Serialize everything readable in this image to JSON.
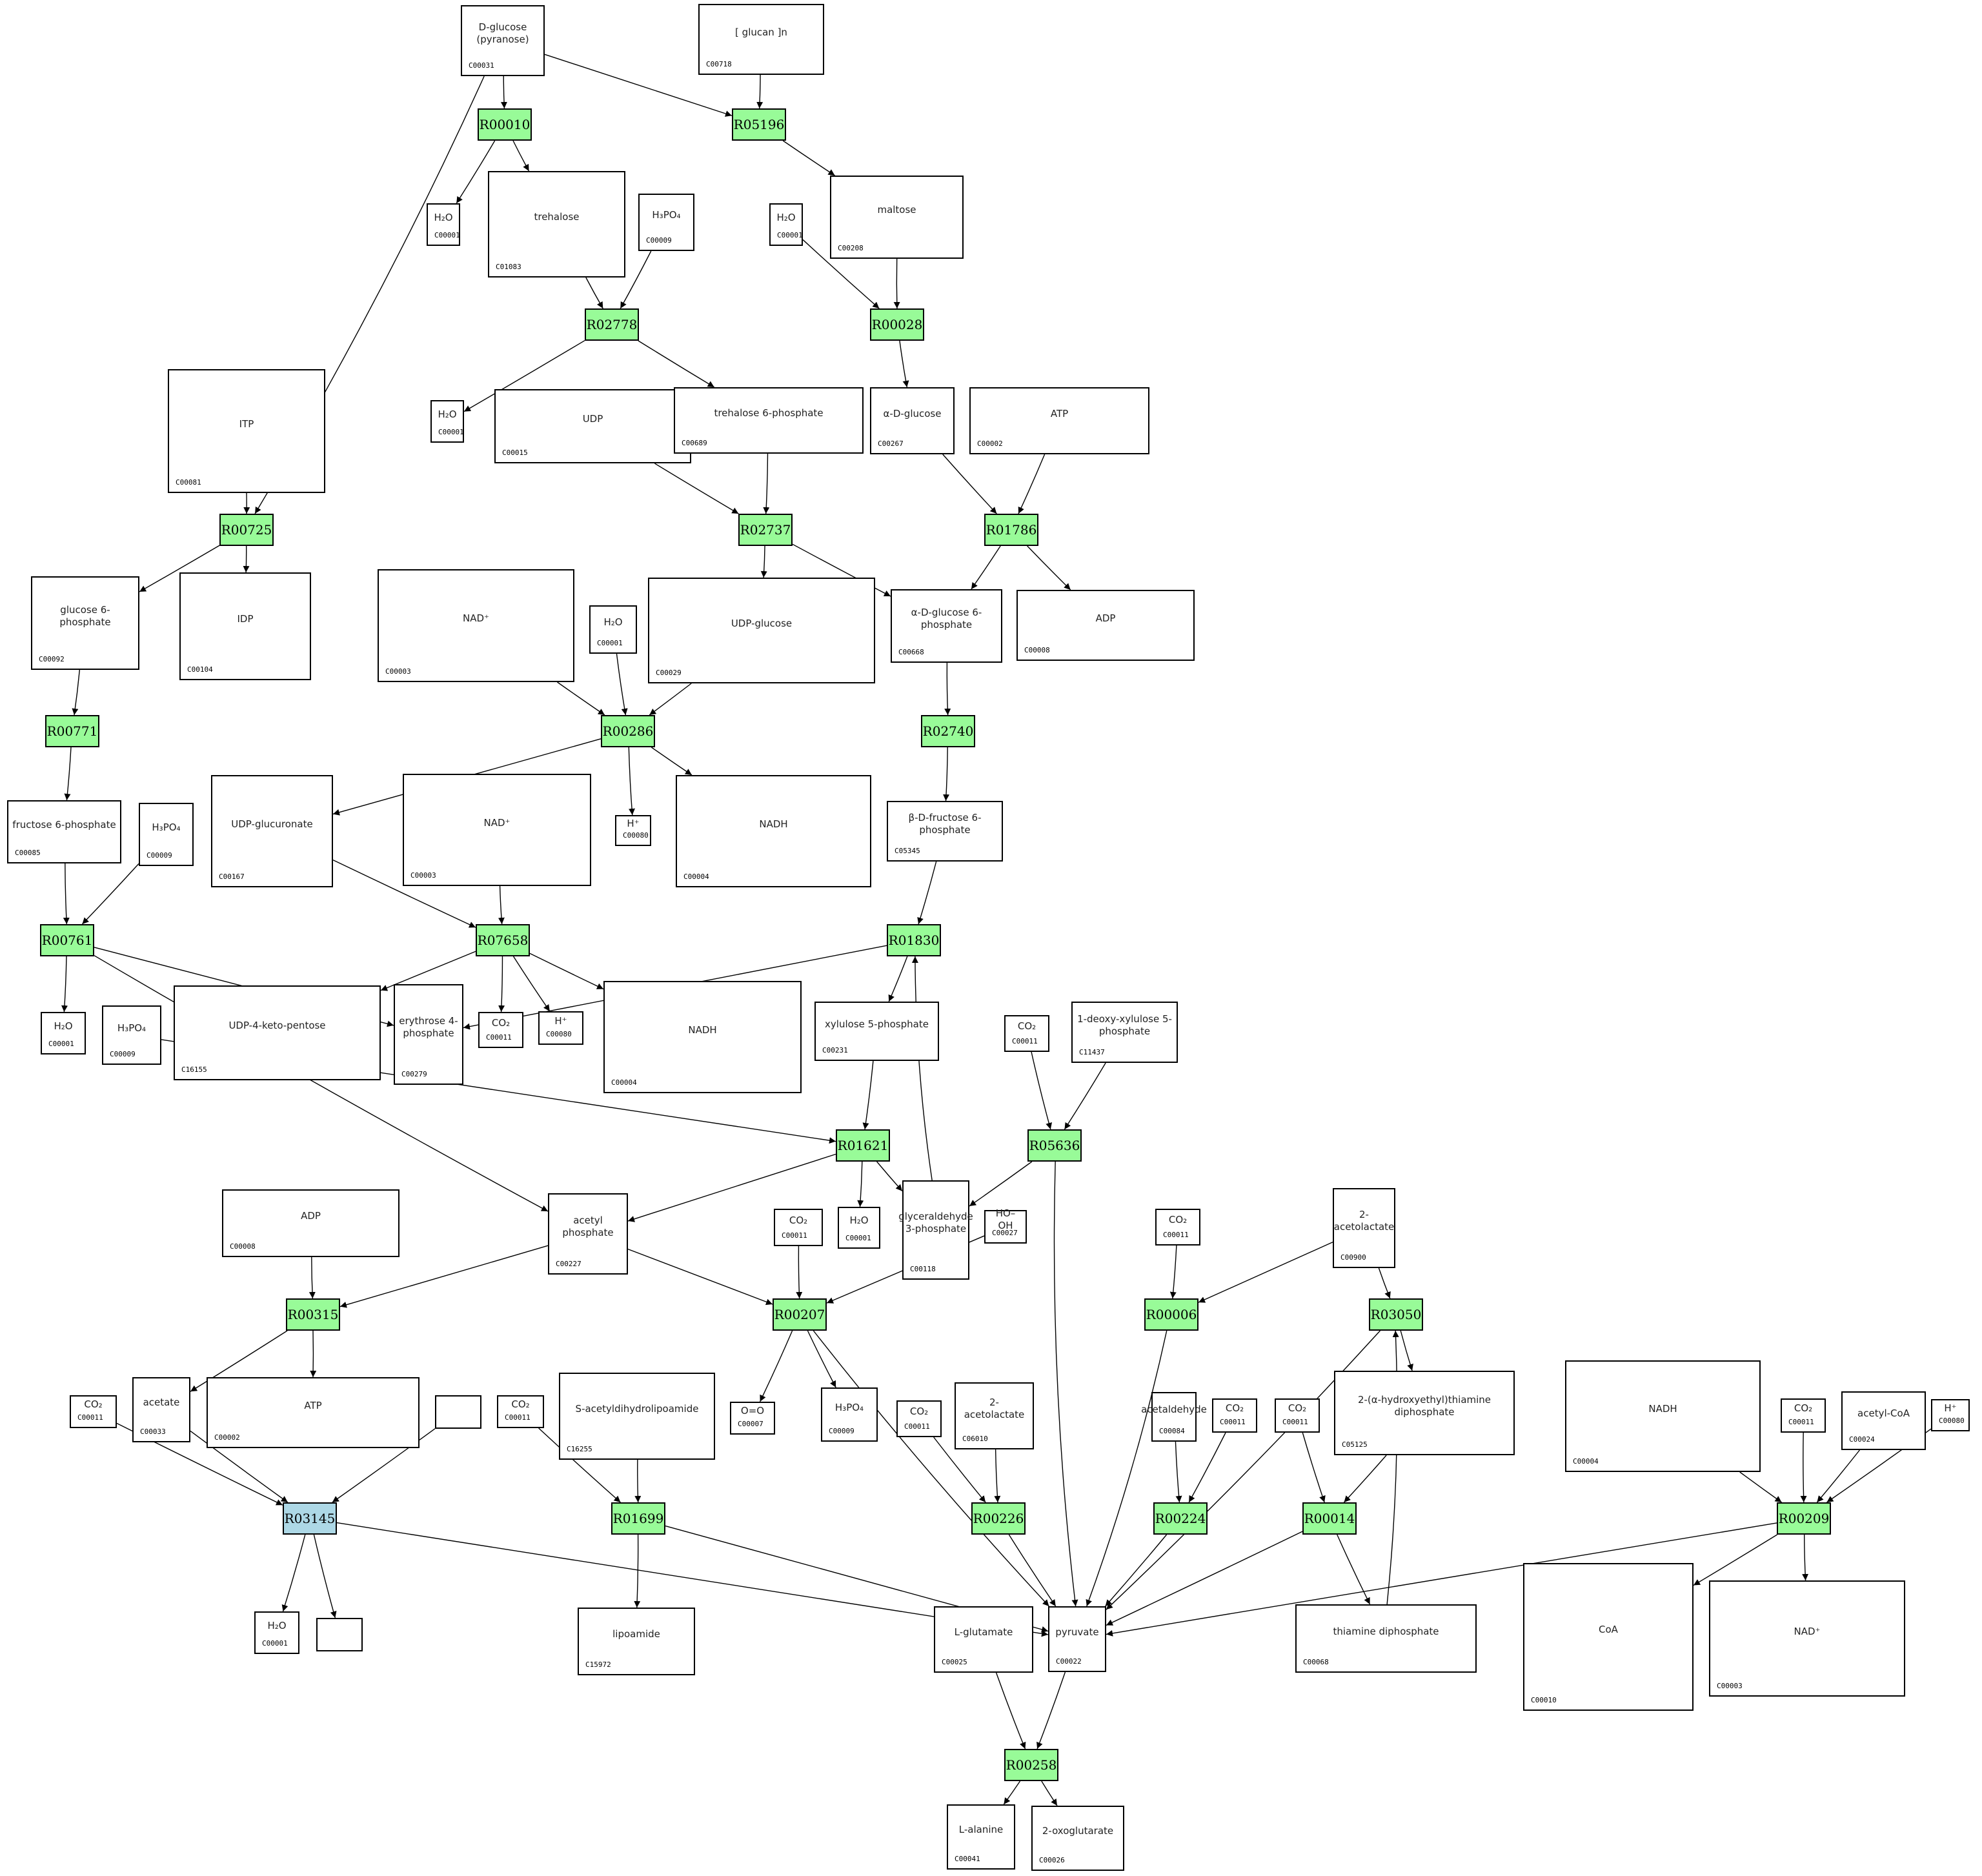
{
  "diagram": {
    "type": "metabolic-pathway-graph",
    "colors": {
      "reaction": "#98fb98",
      "reaction_highlight": "#add8e6",
      "compound_fill": "#ffffff",
      "stroke": "#000000"
    },
    "reactions": [
      {
        "id": "R00010",
        "highlight": false
      },
      {
        "id": "R05196",
        "highlight": false
      },
      {
        "id": "R02778",
        "highlight": false
      },
      {
        "id": "R00028",
        "highlight": false
      },
      {
        "id": "R00725",
        "highlight": false
      },
      {
        "id": "R02737",
        "highlight": false
      },
      {
        "id": "R01786",
        "highlight": false
      },
      {
        "id": "R00771",
        "highlight": false
      },
      {
        "id": "R00286",
        "highlight": false
      },
      {
        "id": "R02740",
        "highlight": false
      },
      {
        "id": "R00761",
        "highlight": false
      },
      {
        "id": "R07658",
        "highlight": false
      },
      {
        "id": "R01830",
        "highlight": false
      },
      {
        "id": "R01621",
        "highlight": false
      },
      {
        "id": "R05636",
        "highlight": false
      },
      {
        "id": "R00315",
        "highlight": false
      },
      {
        "id": "R00207",
        "highlight": false
      },
      {
        "id": "R00006",
        "highlight": false
      },
      {
        "id": "R03050",
        "highlight": false
      },
      {
        "id": "R03145",
        "highlight": true
      },
      {
        "id": "R01699",
        "highlight": false
      },
      {
        "id": "R00226",
        "highlight": false
      },
      {
        "id": "R00224",
        "highlight": false
      },
      {
        "id": "R00014",
        "highlight": false
      },
      {
        "id": "R00209",
        "highlight": false
      },
      {
        "id": "R00258",
        "highlight": false
      }
    ],
    "compounds": [
      {
        "key": "c_C00031",
        "id": "C00031",
        "structure": "D-glucose (pyranose)"
      },
      {
        "key": "c_C00718",
        "id": "C00718",
        "structure": "[ glucan ]n"
      },
      {
        "key": "c_C00001_a",
        "id": "C00001",
        "structure": "H₂O"
      },
      {
        "key": "c_C01083",
        "id": "C01083",
        "structure": "trehalose"
      },
      {
        "key": "c_C00009_a",
        "id": "C00009",
        "structure": "H₃PO₄"
      },
      {
        "key": "c_C00001_b",
        "id": "C00001",
        "structure": "H₂O"
      },
      {
        "key": "c_C00208",
        "id": "C00208",
        "structure": "maltose"
      },
      {
        "key": "c_C00081",
        "id": "C00081",
        "structure": "ITP"
      },
      {
        "key": "c_C00001_c",
        "id": "C00001",
        "structure": "H₂O"
      },
      {
        "key": "c_C00015",
        "id": "C00015",
        "structure": "UDP"
      },
      {
        "key": "c_C00689",
        "id": "C00689",
        "structure": "trehalose 6-phosphate"
      },
      {
        "key": "c_C00267",
        "id": "C00267",
        "structure": "α-D-glucose"
      },
      {
        "key": "c_C00002_a",
        "id": "C00002",
        "structure": "ATP"
      },
      {
        "key": "c_C00092",
        "id": "C00092",
        "structure": "glucose 6-phosphate"
      },
      {
        "key": "c_C00104",
        "id": "C00104",
        "structure": "IDP"
      },
      {
        "key": "c_C00003_a",
        "id": "C00003",
        "structure": "NAD⁺"
      },
      {
        "key": "c_C00001_d",
        "id": "C00001",
        "structure": "H₂O"
      },
      {
        "key": "c_C00029",
        "id": "C00029",
        "structure": "UDP-glucose"
      },
      {
        "key": "c_C00668",
        "id": "C00668",
        "structure": "α-D-glucose 6-phosphate"
      },
      {
        "key": "c_C00008",
        "id": "C00008",
        "structure": "ADP"
      },
      {
        "key": "c_C00085",
        "id": "C00085",
        "structure": "fructose 6-phosphate"
      },
      {
        "key": "c_C00009_b",
        "id": "C00009",
        "structure": "H₃PO₄"
      },
      {
        "key": "c_C00167",
        "id": "C00167",
        "structure": "UDP-glucuronate"
      },
      {
        "key": "c_C00003_b",
        "id": "C00003",
        "structure": "NAD⁺"
      },
      {
        "key": "c_C00080_a",
        "id": "C00080",
        "structure": "H⁺"
      },
      {
        "key": "c_C00004_a",
        "id": "C00004",
        "structure": "NADH"
      },
      {
        "key": "c_C05345",
        "id": "C05345",
        "structure": "β-D-fructose 6-phosphate"
      },
      {
        "key": "c_C00001_e",
        "id": "C00001",
        "structure": "H₂O"
      },
      {
        "key": "c_C00009_c",
        "id": "C00009",
        "structure": "H₃PO₄"
      },
      {
        "key": "c_C16155",
        "id": "C16155",
        "structure": "UDP-4-keto-pentose"
      },
      {
        "key": "c_C00279",
        "id": "C00279",
        "structure": "erythrose 4-phosphate"
      },
      {
        "key": "c_C00011_a",
        "id": "C00011",
        "structure": "CO₂"
      },
      {
        "key": "c_C00080_b",
        "id": "C00080",
        "structure": "H⁺"
      },
      {
        "key": "c_C00004_b",
        "id": "C00004",
        "structure": "NADH"
      },
      {
        "key": "c_C00231",
        "id": "C00231",
        "structure": "xylulose 5-phosphate"
      },
      {
        "key": "c_C00011_b",
        "id": "C00011",
        "structure": "CO₂"
      },
      {
        "key": "c_C11437",
        "id": "C11437",
        "structure": "1-deoxy-xylulose 5-phosphate"
      },
      {
        "key": "c_C00008_b",
        "id": "C00008",
        "structure": "ADP"
      },
      {
        "key": "c_C00227",
        "id": "C00227",
        "structure": "acetyl phosphate"
      },
      {
        "key": "c_C00011_c",
        "id": "C00011",
        "structure": "CO₂"
      },
      {
        "key": "c_C00001_f",
        "id": "C00001",
        "structure": "H₂O"
      },
      {
        "key": "c_C00118",
        "id": "C00118",
        "structure": "glyceraldehyde 3-phosphate"
      },
      {
        "key": "c_C00027",
        "id": "C00027",
        "structure": "HO–OH"
      },
      {
        "key": "c_C00011_d",
        "id": "C00011",
        "structure": "CO₂"
      },
      {
        "key": "c_C00900",
        "id": "C00900",
        "structure": "2-acetolactate"
      },
      {
        "key": "c_C00011_e",
        "id": "C00011",
        "structure": "CO₂"
      },
      {
        "key": "c_C00033",
        "id": "C00033",
        "structure": "acetate"
      },
      {
        "key": "c_C00002_b",
        "id": "C00002",
        "structure": "ATP"
      },
      {
        "key": "c_blank_a",
        "id": "",
        "structure": ""
      },
      {
        "key": "c_C00011_f",
        "id": "C00011",
        "structure": "CO₂"
      },
      {
        "key": "c_C16255",
        "id": "C16255",
        "structure": "S-acetyldihydrolipoamide"
      },
      {
        "key": "c_C00007",
        "id": "C00007",
        "structure": "O=O"
      },
      {
        "key": "c_C00009_d",
        "id": "C00009",
        "structure": "H₃PO₄"
      },
      {
        "key": "c_C00011_g",
        "id": "C00011",
        "structure": "CO₂"
      },
      {
        "key": "c_C06010",
        "id": "C06010",
        "structure": "2-acetolactate"
      },
      {
        "key": "c_C00084",
        "id": "C00084",
        "structure": "acetaldehyde"
      },
      {
        "key": "c_C00011_h",
        "id": "C00011",
        "structure": "CO₂"
      },
      {
        "key": "c_C00011_i",
        "id": "C00011",
        "structure": "CO₂"
      },
      {
        "key": "c_C05125",
        "id": "C05125",
        "structure": "2-(α-hydroxyethyl)thiamine diphosphate"
      },
      {
        "key": "c_C00004_c",
        "id": "C00004",
        "structure": "NADH"
      },
      {
        "key": "c_C00011_j",
        "id": "C00011",
        "structure": "CO₂"
      },
      {
        "key": "c_C00024",
        "id": "C00024",
        "structure": "acetyl-CoA"
      },
      {
        "key": "c_C00080_c",
        "id": "C00080",
        "structure": "H⁺"
      },
      {
        "key": "c_C00001_g",
        "id": "C00001",
        "structure": "H₂O"
      },
      {
        "key": "c_blank_b",
        "id": "",
        "structure": ""
      },
      {
        "key": "c_C15972",
        "id": "C15972",
        "structure": "lipoamide"
      },
      {
        "key": "c_C00025",
        "id": "C00025",
        "structure": "L-glutamate"
      },
      {
        "key": "c_C00022",
        "id": "C00022",
        "structure": "pyruvate"
      },
      {
        "key": "c_C00068",
        "id": "C00068",
        "structure": "thiamine diphosphate"
      },
      {
        "key": "c_C00010",
        "id": "C00010",
        "structure": "CoA"
      },
      {
        "key": "c_C00003_c",
        "id": "C00003",
        "structure": "NAD⁺"
      },
      {
        "key": "c_C00041",
        "id": "C00041",
        "structure": "L-alanine"
      },
      {
        "key": "c_C00026",
        "id": "C00026",
        "structure": "2-oxoglutarate"
      }
    ]
  }
}
